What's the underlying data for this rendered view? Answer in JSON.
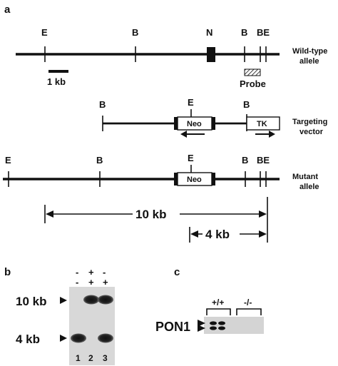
{
  "panel_a": {
    "label": "a",
    "wildtype": {
      "sites": [
        "E",
        "B",
        "N",
        "B",
        "BE"
      ],
      "name_line1": "Wild-type",
      "name_line2": "allele",
      "scale": "1 kb",
      "probe": "Probe"
    },
    "targeting": {
      "sites": [
        "B",
        "E",
        "B"
      ],
      "neo": "Neo",
      "tk": "TK",
      "name_line1": "Targeting",
      "name_line2": "vector"
    },
    "mutant": {
      "sites": [
        "E",
        "B",
        "E",
        "B",
        "BE"
      ],
      "neo": "Neo",
      "name_line1": "Mutant",
      "name_line2": "allele"
    },
    "fragment_long": "10 kb",
    "fragment_short": "4 kb"
  },
  "panel_b": {
    "label": "b",
    "size_upper": "10 kb",
    "size_lower": "4 kb",
    "lane_genotypes": [
      {
        "top": "-",
        "bottom": "-"
      },
      {
        "top": "+",
        "bottom": "+"
      },
      {
        "top": "-",
        "bottom": "+"
      }
    ],
    "lane_numbers": [
      "1",
      "2",
      "3"
    ]
  },
  "panel_c": {
    "label": "c",
    "group1": "+/+",
    "group2": "-/-",
    "protein": "PON1"
  }
}
